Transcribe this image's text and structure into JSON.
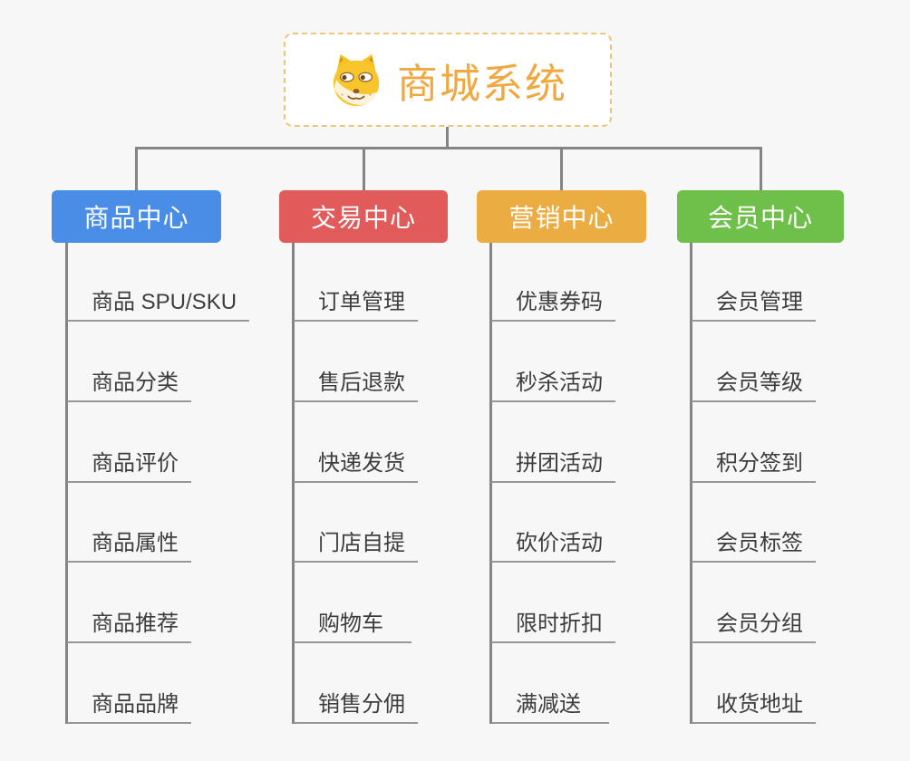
{
  "canvas": {
    "background": "#f7f7f7",
    "connector_color": "#848484",
    "leaf_underline_color": "#979797",
    "leaf_text_color": "#3d3d3d"
  },
  "root": {
    "label": "商城系统",
    "icon": "doge-icon",
    "text_color": "#f0a841",
    "border_color": "#f2c477",
    "background": "#ffffff"
  },
  "branches": [
    {
      "label": "商品中心",
      "color": "#4a8de6",
      "children": [
        "商品 SPU/SKU",
        "商品分类",
        "商品评价",
        "商品属性",
        "商品推荐",
        "商品品牌"
      ]
    },
    {
      "label": "交易中心",
      "color": "#e15b5b",
      "children": [
        "订单管理",
        "售后退款",
        "快递发货",
        "门店自提",
        "购物车",
        "销售分佣"
      ]
    },
    {
      "label": "营销中心",
      "color": "#ebac41",
      "children": [
        "优惠券码",
        "秒杀活动",
        "拼团活动",
        "砍价活动",
        "限时折扣",
        "满减送"
      ]
    },
    {
      "label": "会员中心",
      "color": "#6fc04a",
      "children": [
        "会员管理",
        "会员等级",
        "积分签到",
        "会员标签",
        "会员分组",
        "收货地址"
      ]
    }
  ]
}
